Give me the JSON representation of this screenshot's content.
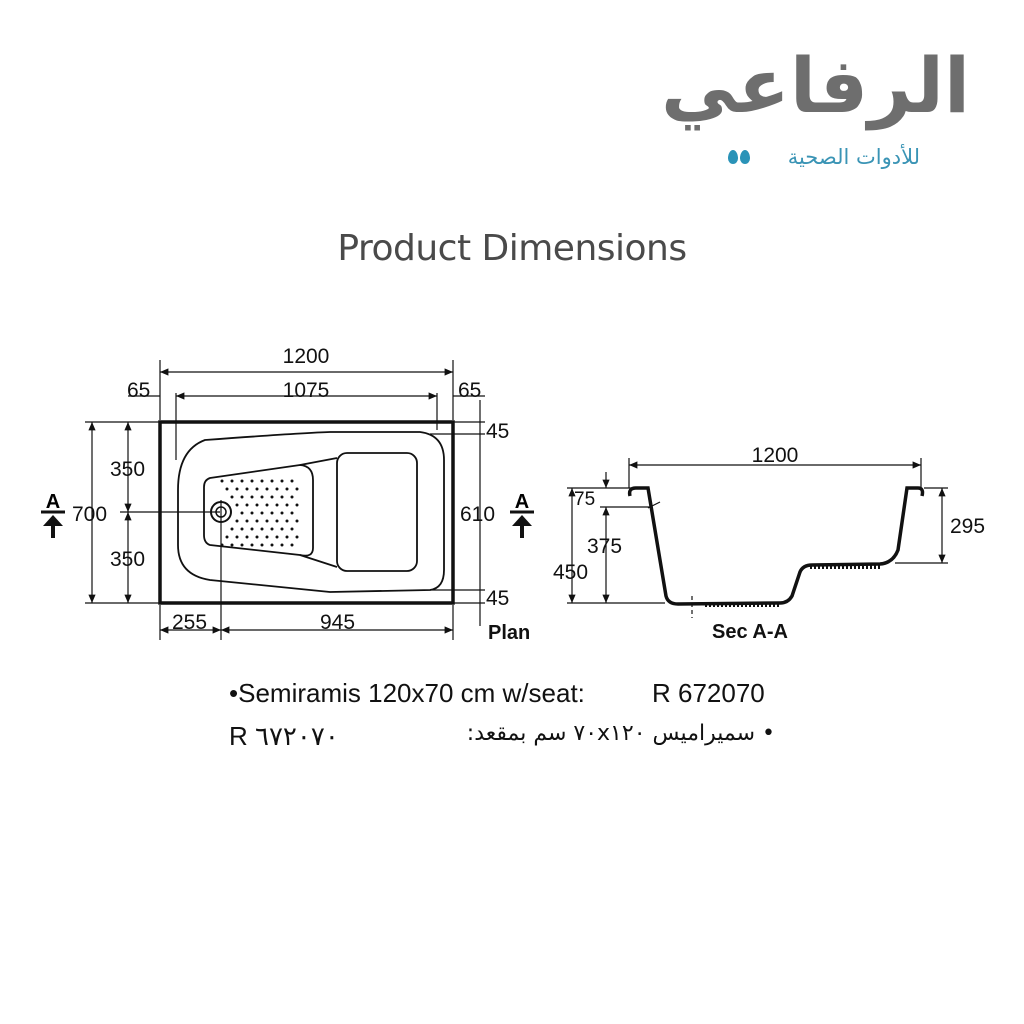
{
  "logo": {
    "brand_arabic": "الرفاعي",
    "tagline_arabic": "للأدوات الصحية",
    "colors": {
      "gray": "#6e6e6e",
      "blue": "#2a93b8"
    }
  },
  "title": "Product Dimensions",
  "plan": {
    "label": "Plan",
    "section_marker": "A",
    "dims": {
      "overall_length": "1200",
      "inner_length": "1075",
      "left_rim": "65",
      "right_rim": "65",
      "overall_width": "700",
      "upper_half": "350",
      "lower_half": "350",
      "inner_width": "610",
      "top_rim": "45",
      "bottom_rim": "45",
      "drain_offset": "255",
      "drain_to_end": "945"
    }
  },
  "section": {
    "label": "Sec  A-A",
    "dims": {
      "length": "1200",
      "rim_thickness": "75",
      "depth": "375",
      "total_height": "450",
      "seat_depth": "295"
    }
  },
  "spec": {
    "en_text": "•Semiramis 120x70 cm w/seat:",
    "en_code": "R 672070",
    "ar_text": "• سميراميس ٧٠x١٢٠ سم بمقعد:",
    "ar_code": "R ٦٧٢٠٧٠"
  }
}
